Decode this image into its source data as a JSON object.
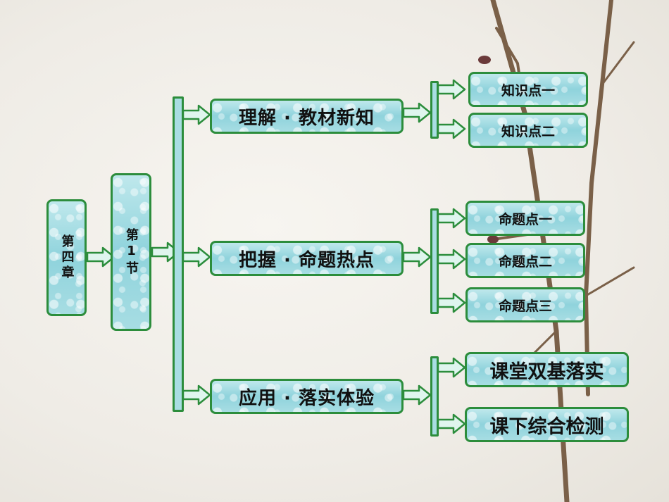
{
  "chapter": "第四章",
  "section": "第1节",
  "modules": [
    {
      "label": "理解 · 教材新知",
      "children": [
        "知识点一",
        "知识点二"
      ]
    },
    {
      "label": "把握 · 命题热点",
      "children": [
        "命题点一",
        "命题点二",
        "命题点三"
      ]
    },
    {
      "label": "应用 · 落实体验",
      "children": [
        "课堂双基落实",
        "课下综合检测"
      ]
    }
  ],
  "colors": {
    "border": "#2c8d3c",
    "fill": "#a9dde3",
    "arrow_fill": "#dff5ee"
  }
}
